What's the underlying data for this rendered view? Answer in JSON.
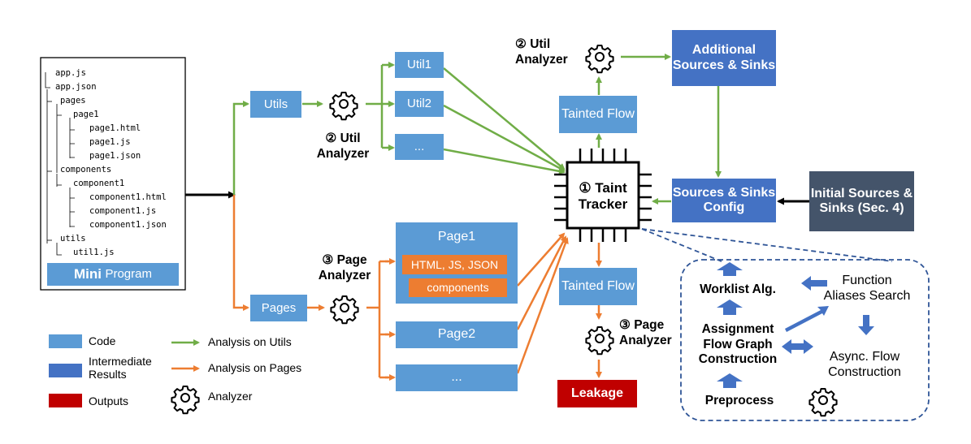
{
  "mini_program": {
    "tree": [
      "app.js",
      "app.json",
      "pages",
      "page1",
      "page1.html",
      "page1.js",
      "page1.json",
      "components",
      "component1",
      "component1.html",
      "component1.js",
      "component1.json",
      "utils",
      "util1.js"
    ],
    "label_mini": "Mini",
    "label_program": "Program"
  },
  "nodes": {
    "utils": "Utils",
    "pages": "Pages",
    "util1": "Util1",
    "util2": "Util2",
    "util_more": "...",
    "page1": "Page1",
    "page1_files": "HTML, JS, JSON",
    "page1_components": "components",
    "page2": "Page2",
    "page_more": "...",
    "util_analyzer_left": "② Util Analyzer",
    "page_analyzer_left": "③ Page Analyzer",
    "taint_tracker": "① Taint Tracker",
    "tainted_flow_top": "Tainted Flow",
    "util_analyzer_top": "② Util Analyzer",
    "additional_sources": "Additional Sources & Sinks",
    "sources_config": "Sources & Sinks Config",
    "initial_sources": "Initial Sources & Sinks (Sec. 4)",
    "tainted_flow_bottom": "Tainted Flow",
    "page_analyzer_bottom": "③ Page Analyzer",
    "leakage": "Leakage"
  },
  "detail": {
    "worklist": "Worklist Alg.",
    "function_aliases": "Function Aliases Search",
    "assignment_flow": "Assignment Flow Graph Construction",
    "async_flow": "Async. Flow Construction",
    "preprocess": "Preprocess"
  },
  "legend": {
    "code": "Code",
    "intermediate": "Intermediate Results",
    "outputs": "Outputs",
    "analysis_utils": "Analysis on Utils",
    "analysis_pages": "Analysis on Pages",
    "analyzer": "Analyzer"
  },
  "colors": {
    "code": "#5b9bd5",
    "intermediate": "#4472c4",
    "initial": "#44546a",
    "outputs": "#c00000",
    "green_arrow": "#70ad47",
    "orange_arrow": "#ed7d31",
    "dashed": "#2f5597"
  },
  "icons": {
    "analyzer": "gear-icon",
    "taint_tracker": "chip-icon"
  }
}
